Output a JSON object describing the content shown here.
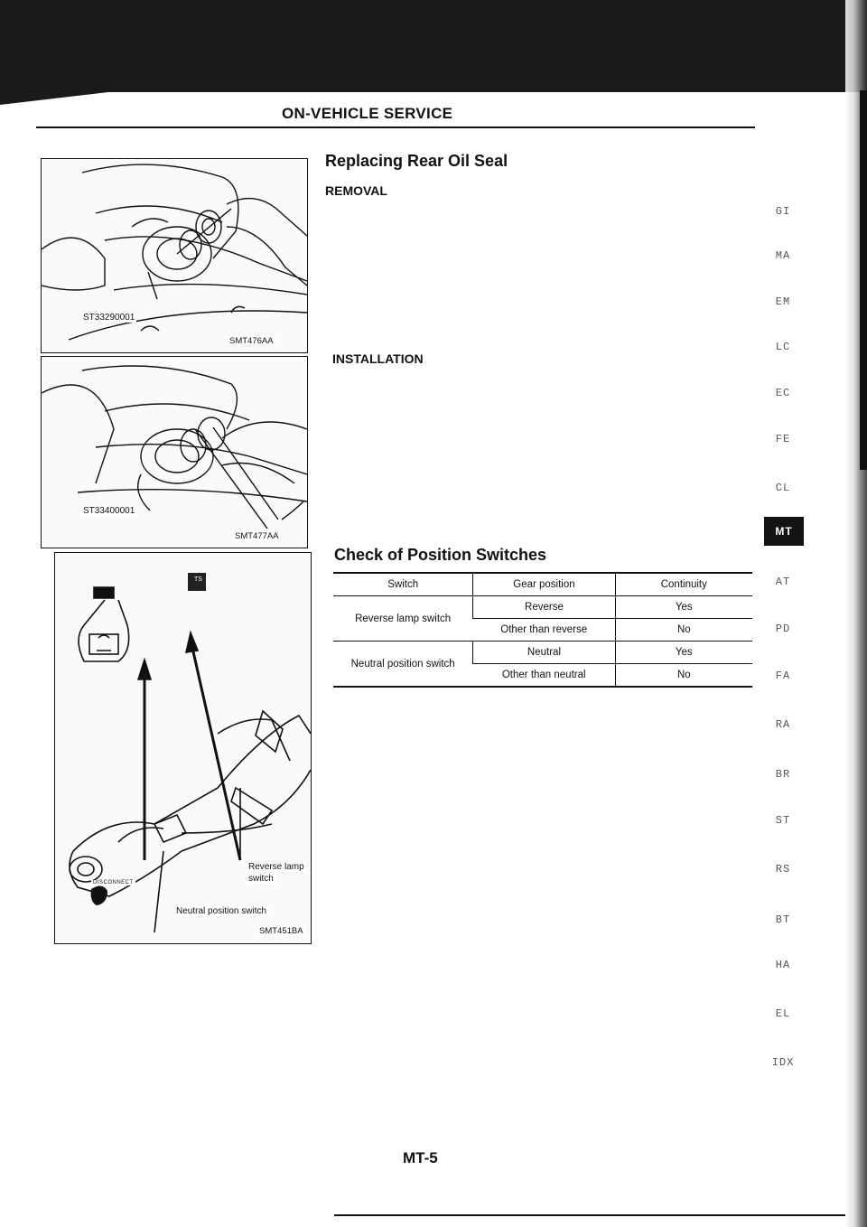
{
  "header": {
    "title": "ON-VEHICLE SERVICE"
  },
  "replacing": {
    "title": "Replacing Rear Oil Seal",
    "removal_label": "REMOVAL",
    "installation_label": "INSTALLATION"
  },
  "figures": {
    "fig1": {
      "tool_label": "ST33290001",
      "code": "SMT476AA"
    },
    "fig2": {
      "tool_label": "ST33400001",
      "code": "SMT477AA"
    },
    "fig3": {
      "code": "SMT451BA",
      "reverse_lamp_label_line1": "Reverse lamp",
      "reverse_lamp_label_line2": "switch",
      "neutral_switch_label": "Neutral position switch",
      "disconnect_label": "DISCONNECT",
      "ts_label": "TS"
    }
  },
  "check": {
    "title": "Check of Position Switches",
    "headers": [
      "Switch",
      "Gear position",
      "Continuity"
    ],
    "rows": [
      {
        "switch": "Reverse lamp switch",
        "gears": [
          "Reverse",
          "Other than reverse"
        ],
        "continuity": [
          "Yes",
          "No"
        ]
      },
      {
        "switch": "Neutral position switch",
        "gears": [
          "Neutral",
          "Other than neutral"
        ],
        "continuity": [
          "Yes",
          "No"
        ]
      }
    ]
  },
  "tabs": [
    "GI",
    "MA",
    "EM",
    "LC",
    "EC",
    "FE",
    "CL",
    "MT",
    "AT",
    "PD",
    "FA",
    "RA",
    "BR",
    "ST",
    "RS",
    "BT",
    "HA",
    "EL",
    "IDX"
  ],
  "active_tab": "MT",
  "page_number": "MT-5",
  "colors": {
    "ink": "#111111",
    "tab_active_bg": "#141414"
  }
}
